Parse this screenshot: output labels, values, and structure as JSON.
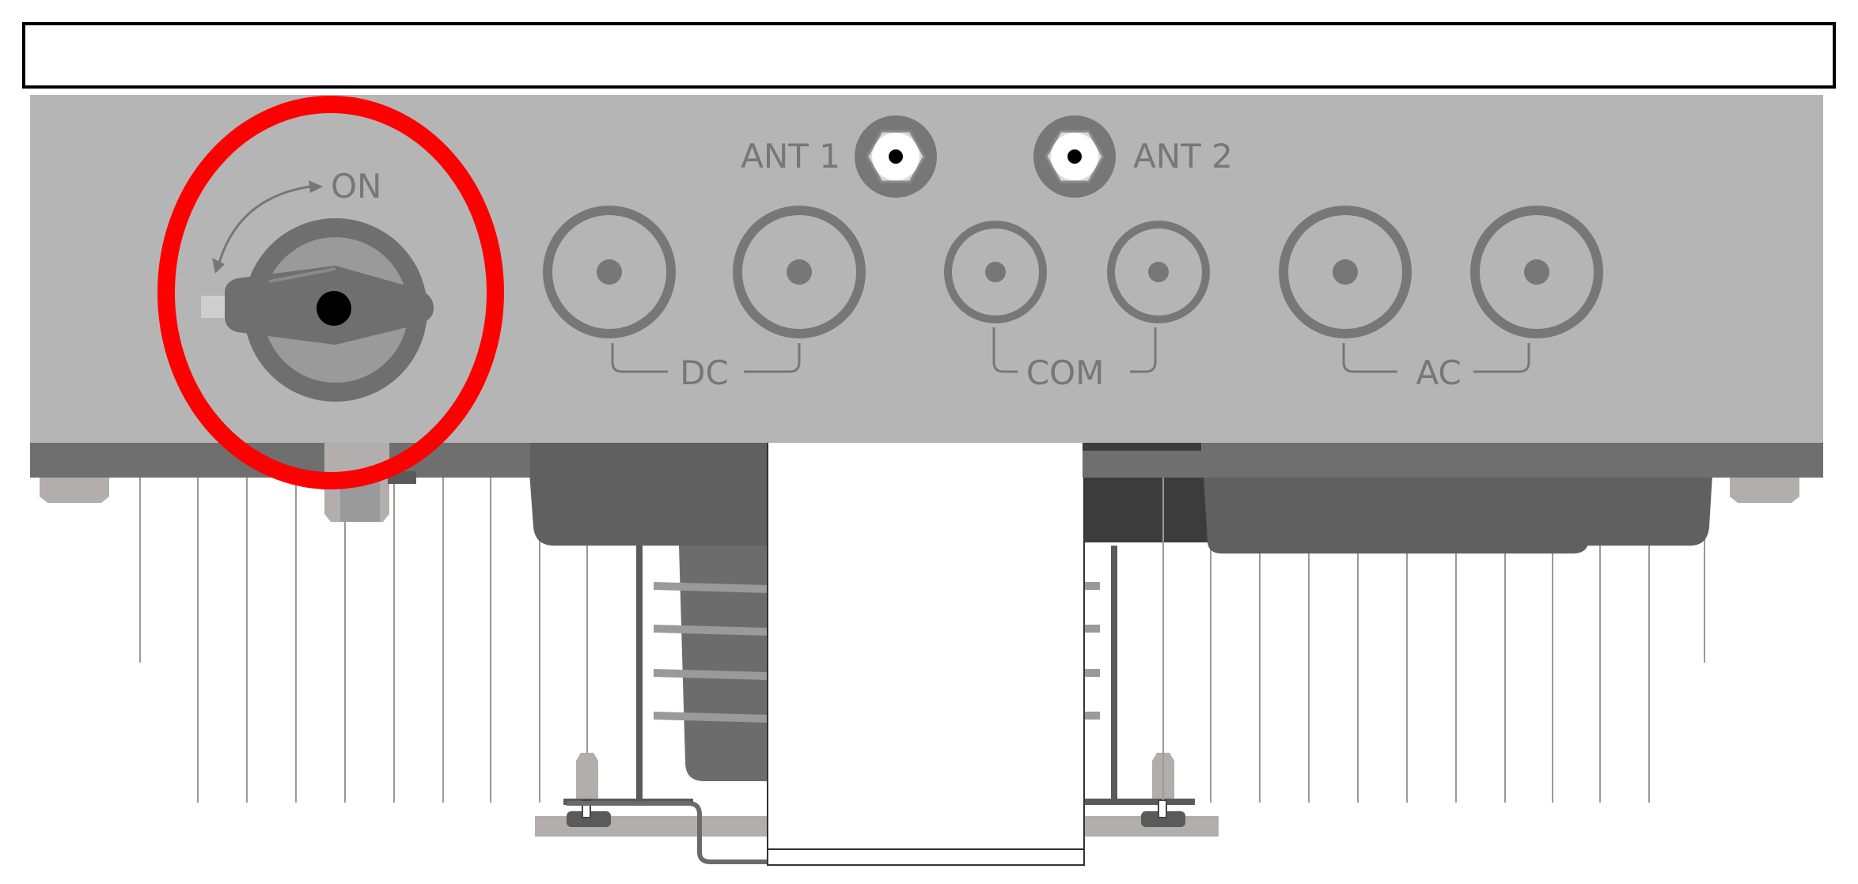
{
  "header_bar": {
    "text": ""
  },
  "switch": {
    "label": "ON",
    "highlighted": true
  },
  "antennas": [
    {
      "label": "ANT 1"
    },
    {
      "label": "ANT 2"
    }
  ],
  "connector_groups": [
    {
      "label": "DC",
      "connector_count": 2
    },
    {
      "label": "COM",
      "connector_count": 2
    },
    {
      "label": "AC",
      "connector_count": 2
    }
  ],
  "colors": {
    "panel": "#b5b5b5",
    "connector_ring": "#777777",
    "label_text": "#777777",
    "highlight": "#ff0000",
    "dark_housing": "#606060",
    "heatsink_fin": "#888888"
  }
}
